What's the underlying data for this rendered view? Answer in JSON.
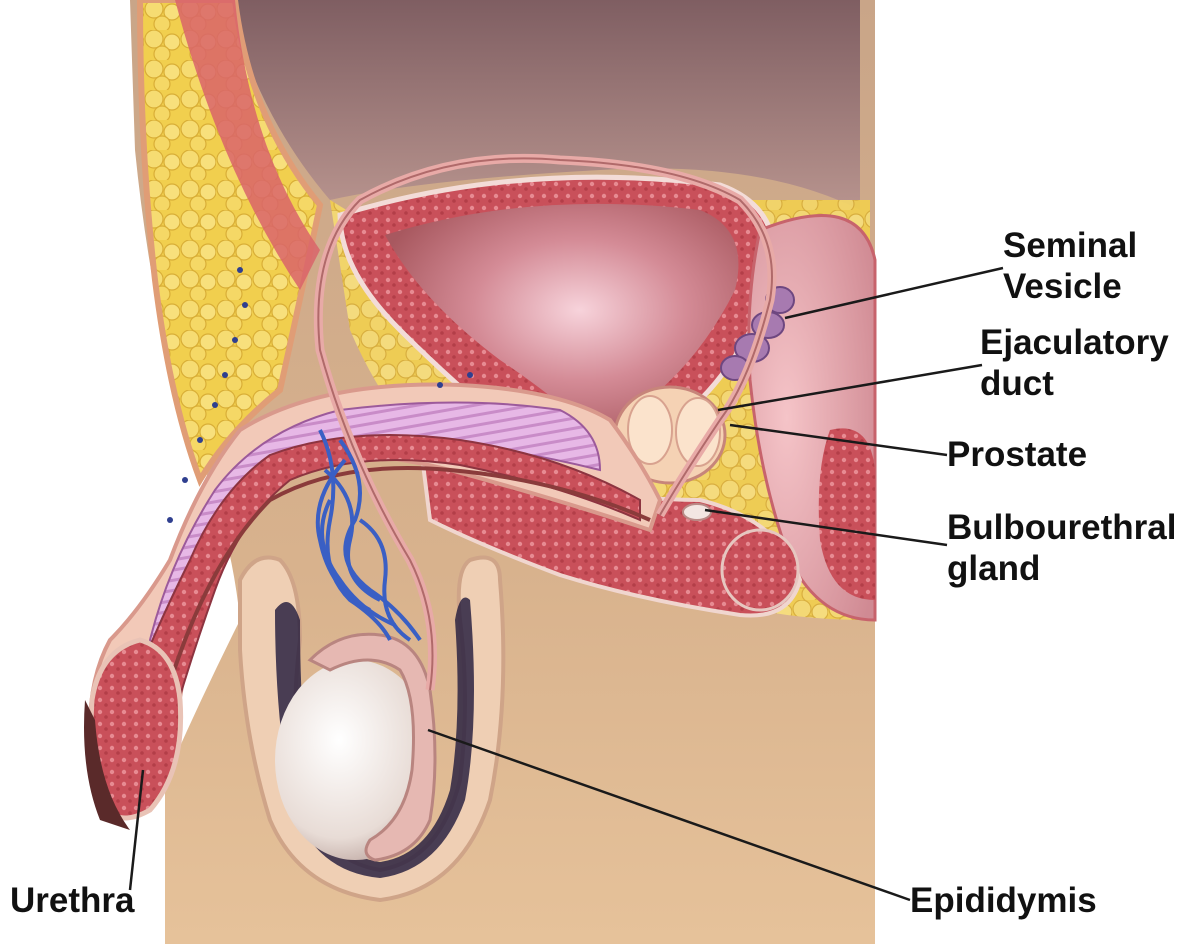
{
  "labels": {
    "seminal_vesicle": [
      "Seminal",
      "Vesicle"
    ],
    "ejaculatory_duct": [
      "Ejaculatory",
      "duct"
    ],
    "prostate": [
      "Prostate"
    ],
    "bulbourethral_gland": [
      "Bulbourethral",
      "gland"
    ],
    "urethra": [
      "Urethra"
    ],
    "epididymis": [
      "Epididymis"
    ]
  },
  "colors": {
    "background_skin": "#d9b48f",
    "cavity": "#8f6a6a",
    "fat": "#f0cf55",
    "muscle": "#e06d72",
    "bladder": "#c87a86",
    "urethra_pink": "#d99ad0",
    "vein_blue": "#3a63c4",
    "testis": "#efe7e4",
    "leader_line": "#1a1a1a"
  }
}
